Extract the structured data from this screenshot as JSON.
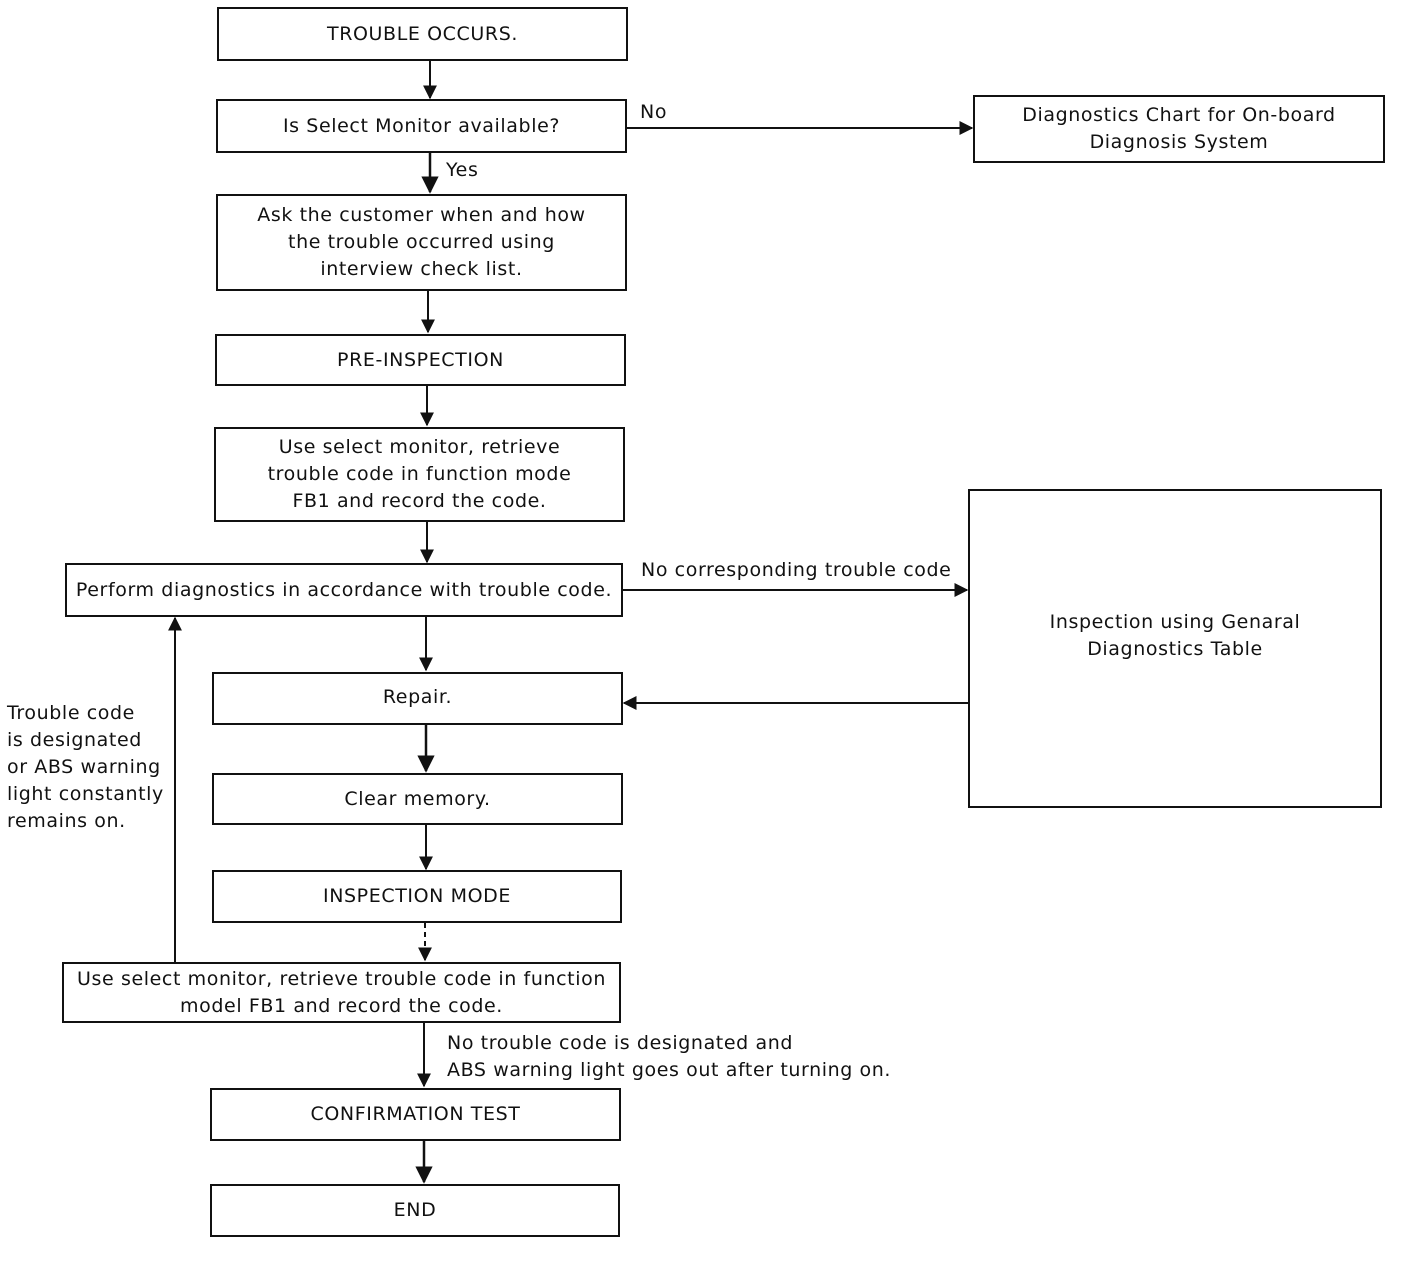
{
  "nodes": {
    "trouble_occurs": "TROUBLE OCCURS.",
    "select_monitor_q": "Is Select Monitor available?",
    "onboard_chart": "Diagnostics Chart for On-board\nDiagnosis System",
    "ask_customer": "Ask the customer when and how\nthe trouble occurred using\ninterview check list.",
    "pre_inspection": "PRE-INSPECTION",
    "retrieve_code_1": "Use select monitor, retrieve\ntrouble code in function mode\nFB1 and record the code.",
    "perform_diag": "Perform diagnostics in accordance with trouble code.",
    "general_table": "Inspection using Genaral\nDiagnostics Table",
    "repair": "Repair.",
    "clear_memory": "Clear memory.",
    "inspection_mode": "INSPECTION MODE",
    "retrieve_code_2": "Use select monitor, retrieve trouble code in function\nmodel FB1 and record the code.",
    "confirmation_test": "CONFIRMATION TEST",
    "end": "END"
  },
  "edge_labels": {
    "no": "No",
    "yes": "Yes",
    "no_corresponding": "No corresponding trouble code",
    "loop_back": "Trouble code\nis designated\nor ABS warning\nlight constantly\nremains on.",
    "no_trouble_code": "No trouble code is designated and\nABS warning light goes out after turning on."
  }
}
